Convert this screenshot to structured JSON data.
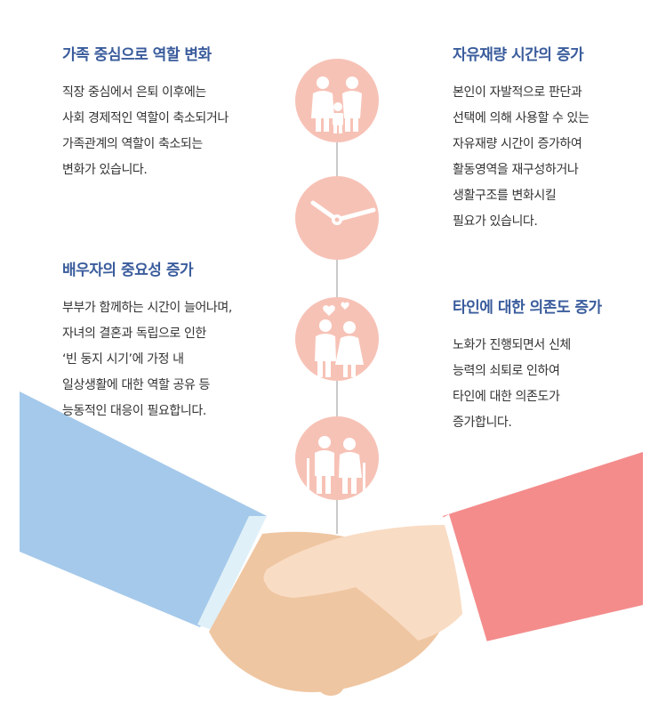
{
  "sections": {
    "family": {
      "heading": "가족 중심으로 역할 변화",
      "lines": [
        "직장 중심에서 은퇴 이후에는",
        "사회 경제적인 역할이 축소되거나",
        "가족관계의 역할이 축소되는",
        "변화가 있습니다."
      ]
    },
    "spouse": {
      "heading": "배우자의 중요성 증가",
      "lines": [
        "부부가 함께하는 시간이 늘어나며,",
        "자녀의 결혼과 독립으로 인한",
        "‘빈 둥지 시기’에 가정 내",
        "일상생활에 대한 역할 공유 등",
        "능동적인 대응이 필요합니다."
      ]
    },
    "free_time": {
      "heading": "자유재량 시간의 증가",
      "lines": [
        "본인이 자발적으로 판단과",
        "선택에 의해 사용할 수 있는",
        "자유재량 시간이 증가하여",
        "활동영역을 재구성하거나",
        "생활구조를 변화시킬",
        "필요가 있습니다."
      ]
    },
    "dependence": {
      "heading": "타인에 대한 의존도 증가",
      "lines": [
        "노화가 진행되면서 신체",
        "능력의 쇠퇴로 인하여",
        "타인에 대한 의존도가",
        "증가합니다."
      ]
    }
  },
  "colors": {
    "heading": "#3a5c9c",
    "circle": "#f7c2b6",
    "left_sleeve": "#a5c9ea",
    "right_sleeve": "#f48c8c",
    "skin_light": "#f9dcc4",
    "skin_dark": "#efc6a2"
  },
  "icons": [
    "family-icon",
    "clock-icon",
    "couple-heart-icon",
    "elderly-couple-icon"
  ]
}
